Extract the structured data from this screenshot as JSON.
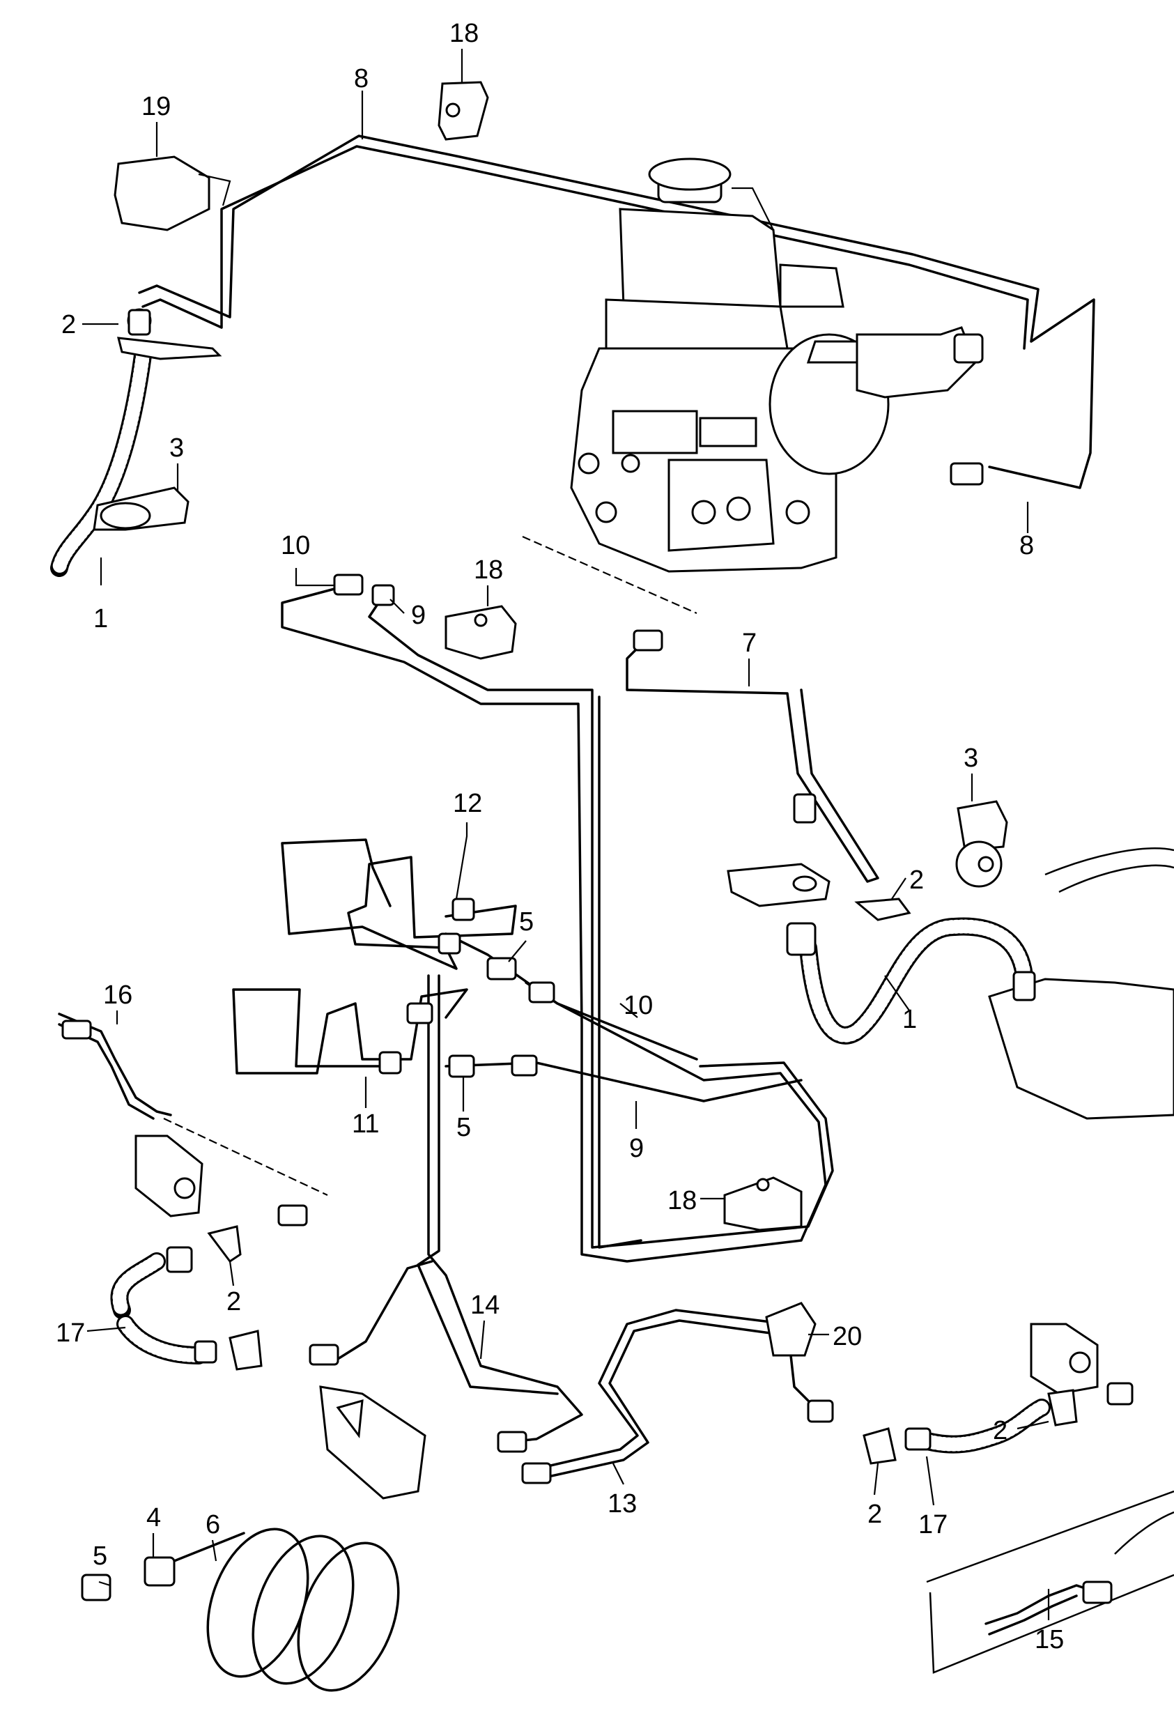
{
  "callouts": [
    {
      "id": "c18a",
      "text": "18"
    },
    {
      "id": "c8a",
      "text": "8"
    },
    {
      "id": "c19",
      "text": "19"
    },
    {
      "id": "c2a",
      "text": "2"
    },
    {
      "id": "c3a",
      "text": "3"
    },
    {
      "id": "c1a",
      "text": "1"
    },
    {
      "id": "c8b",
      "text": "8"
    },
    {
      "id": "c10a",
      "text": "10"
    },
    {
      "id": "c18b",
      "text": "18"
    },
    {
      "id": "c9a",
      "text": "9"
    },
    {
      "id": "c7",
      "text": "7"
    },
    {
      "id": "c3b",
      "text": "3"
    },
    {
      "id": "c12",
      "text": "12"
    },
    {
      "id": "c2b",
      "text": "2"
    },
    {
      "id": "c5a",
      "text": "5"
    },
    {
      "id": "c1b",
      "text": "1"
    },
    {
      "id": "c10b",
      "text": "10"
    },
    {
      "id": "c16",
      "text": "16"
    },
    {
      "id": "c11",
      "text": "11"
    },
    {
      "id": "c5b",
      "text": "5"
    },
    {
      "id": "c9b",
      "text": "9"
    },
    {
      "id": "c18c",
      "text": "18"
    },
    {
      "id": "c2c",
      "text": "2"
    },
    {
      "id": "c17a",
      "text": "17"
    },
    {
      "id": "c14",
      "text": "14"
    },
    {
      "id": "c20",
      "text": "20"
    },
    {
      "id": "c2d",
      "text": "2"
    },
    {
      "id": "c13",
      "text": "13"
    },
    {
      "id": "c2e",
      "text": "2"
    },
    {
      "id": "c17b",
      "text": "17"
    },
    {
      "id": "c5c",
      "text": "5"
    },
    {
      "id": "c4",
      "text": "4"
    },
    {
      "id": "c6",
      "text": "6"
    },
    {
      "id": "c15",
      "text": "15"
    }
  ]
}
